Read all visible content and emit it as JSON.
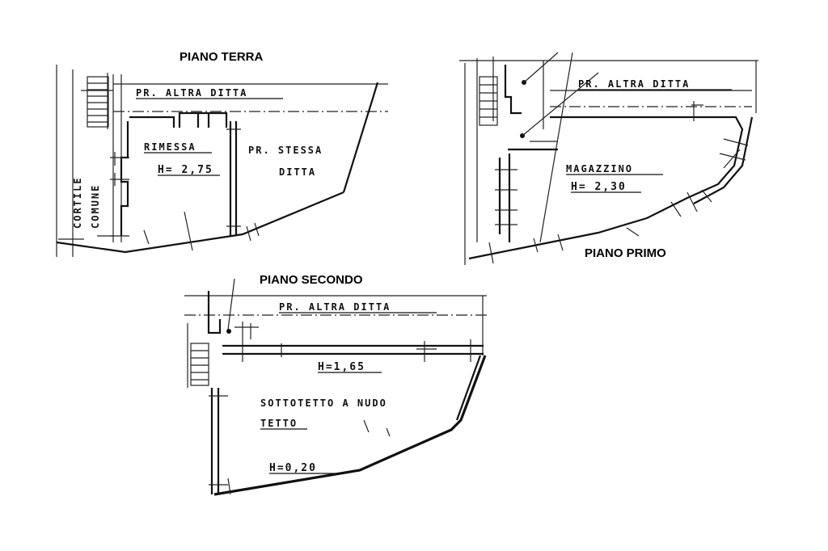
{
  "floors": {
    "ground": {
      "title": "PIANO TERRA",
      "neighbor": "PR. ALTRA DITTA",
      "room": "RIMESSA",
      "height": "H= 2,75",
      "same_owner_1": "PR. STESSA",
      "same_owner_2": "DITTA",
      "courtyard_1": "CORTILE",
      "courtyard_2": "COMUNE"
    },
    "first": {
      "title": "PIANO PRIMO",
      "neighbor": "PR. ALTRA DITTA",
      "room": "MAGAZZINO",
      "height": "H= 2,30"
    },
    "second": {
      "title": "PIANO SECONDO",
      "neighbor": "PR. ALTRA DITTA",
      "height_high": "H=1,65",
      "room_1": "SOTTOTETTO A NUDO",
      "room_2": "TETTO",
      "height_low": "H=0,20"
    }
  }
}
